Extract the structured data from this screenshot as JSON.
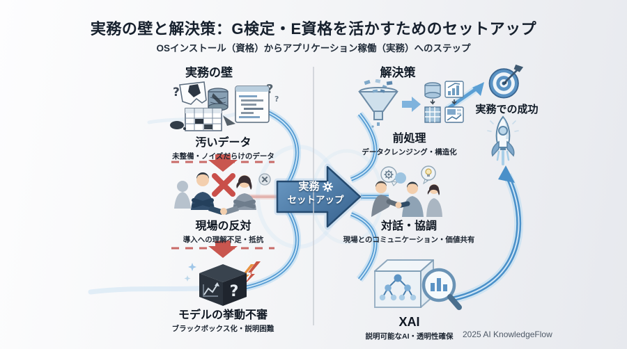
{
  "title": "実務の壁と解決策：G検定・E資格を活かすためのセットアップ",
  "subtitle": "OSインストール（資格）からアプリケーション稼働（実務）へのステップ",
  "left": {
    "header": "実務の壁",
    "items": [
      {
        "label": "汚いデータ",
        "sublabel": "未整備・ノイズだらけのデータ",
        "icon": "dirty-data-icon"
      },
      {
        "label": "現場の反対",
        "sublabel": "導入への理解不足・抵抗",
        "icon": "opposition-icon"
      },
      {
        "label": "モデルの挙動不審",
        "sublabel": "ブラックボックス化・説明困難",
        "icon": "black-box-icon"
      }
    ]
  },
  "center": {
    "arrow_line1": "実務",
    "arrow_line2": "セットアップ",
    "icon": "gear-icon"
  },
  "right": {
    "header": "解決策",
    "items": [
      {
        "label": "前処理",
        "sublabel": "データクレンジング・構造化",
        "icon": "funnel-preprocessing-icon"
      },
      {
        "label": "対話・協調",
        "sublabel": "現場とのコミュニケーション・価値共有",
        "icon": "dialogue-handshake-icon"
      },
      {
        "label": "XAI",
        "sublabel": "説明可能なAI・透明性確保",
        "icon": "xai-cube-magnifier-icon"
      }
    ]
  },
  "goal": {
    "label": "実務での成功",
    "icons": [
      "target-icon",
      "rocket-icon"
    ]
  },
  "footer": {
    "watermark": "2025 AI KnowledgeFlow"
  },
  "colors": {
    "accent_blue": "#4a90c9",
    "barrier_red": "#c2524e",
    "arrow_fill": "#3d6790",
    "background_right": "#e7e9ee"
  }
}
